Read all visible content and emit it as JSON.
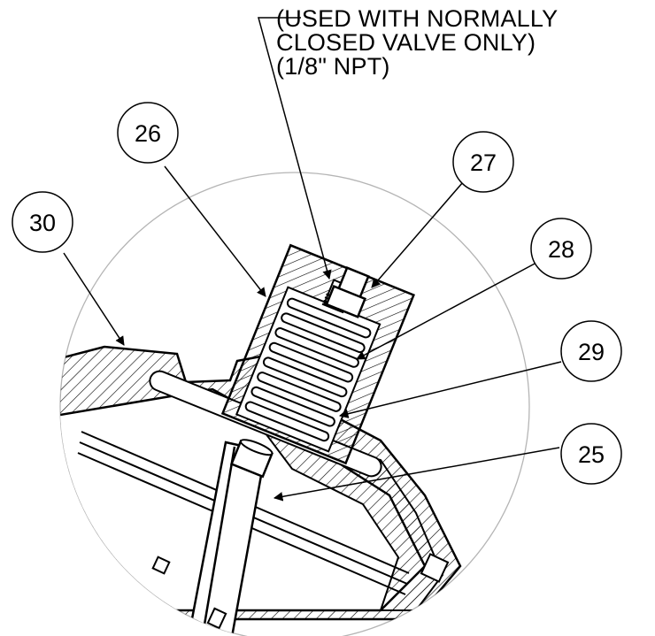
{
  "note": {
    "lines": [
      "(USED WITH NORMALLY",
      "CLOSED VALVE ONLY)",
      "(1/8\" NPT)"
    ]
  },
  "balloons": [
    {
      "id": "26",
      "label": "26"
    },
    {
      "id": "27",
      "label": "27"
    },
    {
      "id": "30",
      "label": "30"
    },
    {
      "id": "28",
      "label": "28"
    },
    {
      "id": "29",
      "label": "29"
    },
    {
      "id": "25",
      "label": "25"
    }
  ],
  "colors": {
    "line": "#000000",
    "detail_circle": "#b0b0b0",
    "background": "#ffffff"
  }
}
